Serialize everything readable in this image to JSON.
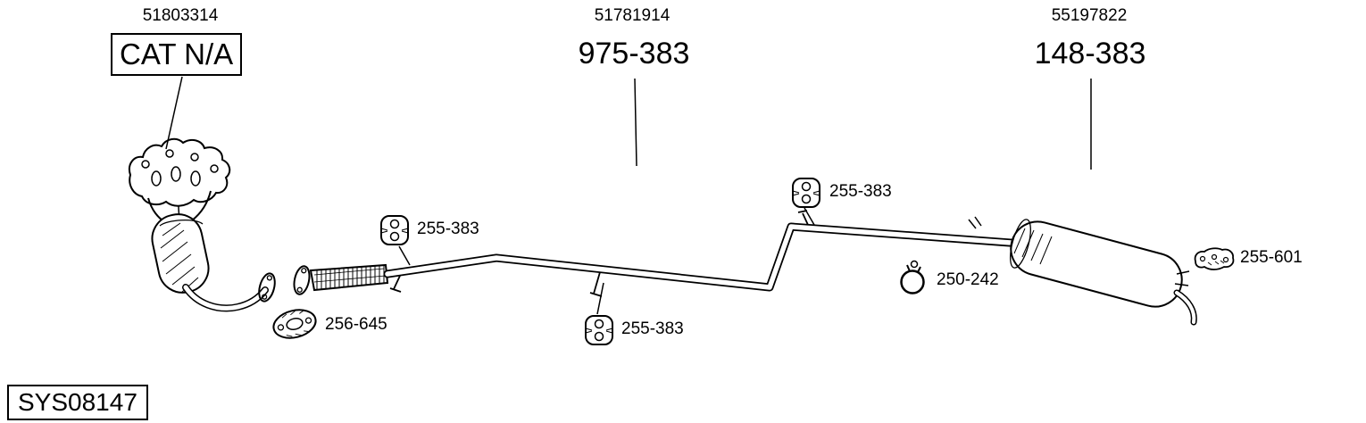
{
  "colors": {
    "background": "#ffffff",
    "ink": "#000000"
  },
  "assembly_labels": [
    {
      "part_number": "51803314",
      "callout": "CAT N/A",
      "boxed": true
    },
    {
      "part_number": "51781914",
      "callout": "975-383",
      "boxed": false
    },
    {
      "part_number": "55197822",
      "callout": "148-383",
      "boxed": false
    }
  ],
  "component_callouts": [
    {
      "label": "255-383",
      "icon": "rubber-hanger-icon"
    },
    {
      "label": "255-383",
      "icon": "rubber-hanger-icon"
    },
    {
      "label": "255-383",
      "icon": "rubber-hanger-icon"
    },
    {
      "label": "256-645",
      "icon": "flange-gasket-icon"
    },
    {
      "label": "250-242",
      "icon": "clamp-icon"
    },
    {
      "label": "255-601",
      "icon": "flange-gasket-icon"
    }
  ],
  "system_code": "SYS08147"
}
